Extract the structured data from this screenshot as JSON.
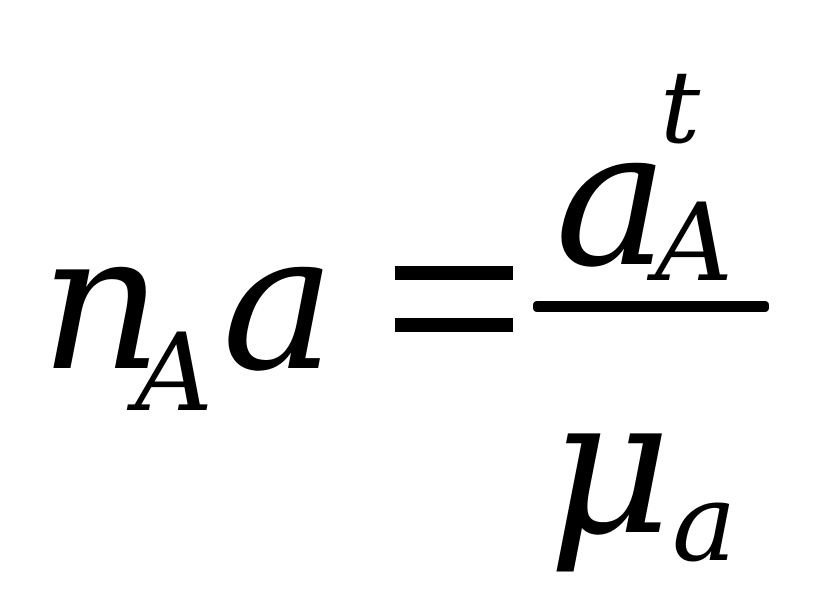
{
  "formula": {
    "lhs": {
      "n": "n",
      "n_subscript": "A",
      "a": "a"
    },
    "rhs": {
      "numerator": {
        "base": "a",
        "superscript": "t",
        "subscript": "A"
      },
      "denominator": {
        "base": "μ",
        "subscript": "a"
      }
    }
  }
}
